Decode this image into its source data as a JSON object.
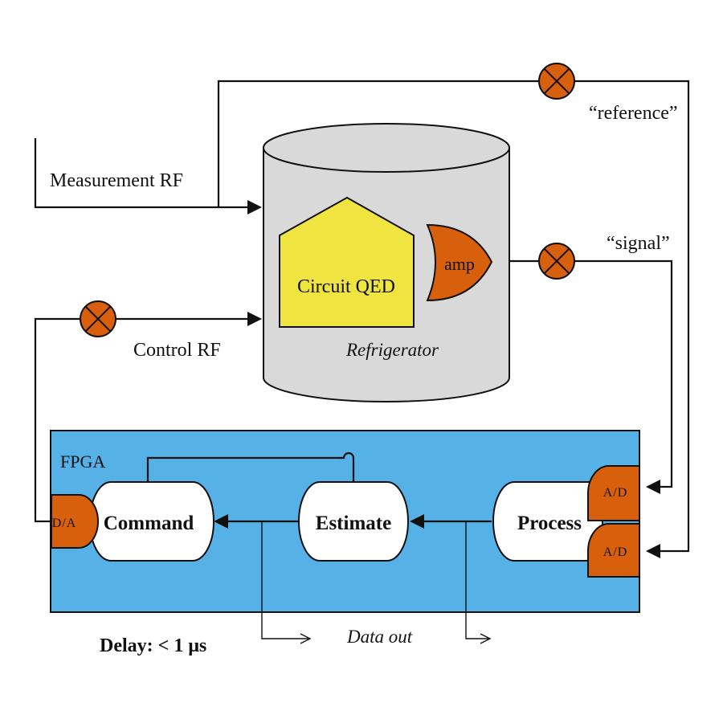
{
  "labels": {
    "measurement_rf": "Measurement RF",
    "reference": "“reference”",
    "signal": "“signal”",
    "control_rf": "Control RF",
    "circuit_qed": "Circuit QED",
    "refrigerator": "Refrigerator",
    "amp": "amp",
    "fpga": "FPGA",
    "dac": "D/A",
    "adc_top": "A/D",
    "adc_bottom": "A/D",
    "command": "Command",
    "estimate": "Estimate",
    "process": "Process",
    "data_out": "Data out",
    "delay": "Delay: < 1 μs"
  },
  "colors": {
    "fridge_body": "#d9d9d9",
    "circuit_qed_fill": "#f0e441",
    "orange": "#d85f0c",
    "fpga_fill": "#56b1e6",
    "stroke": "#111111",
    "block_fill": "#ffffff"
  },
  "icons": {
    "mixer": "circle-x-mixer-icon",
    "arrow": "arrowhead-icon"
  }
}
